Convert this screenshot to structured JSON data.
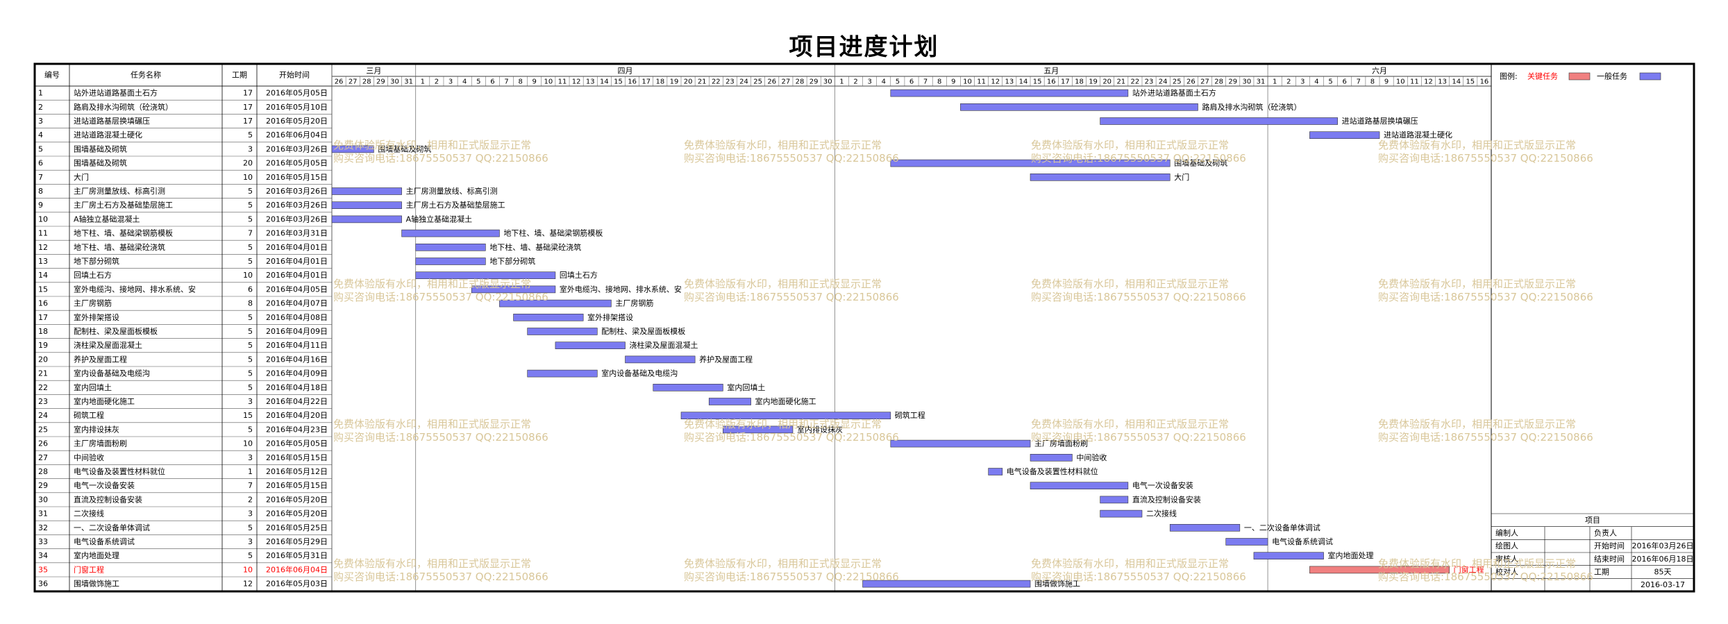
{
  "title": "项目进度计划",
  "colors": {
    "critical": "#f08080",
    "normal": "#7b7bf0",
    "critical_text": "#ff0000",
    "watermark": "#d9c79a"
  },
  "watermark": {
    "line1": "免费体验版有水印，相用和正式版显示正常",
    "line2": "购买咨询电话:18675550537 QQ:22150866"
  },
  "columns": {
    "no": "编号",
    "name": "任务名称",
    "duration": "工期",
    "start": "开始时间"
  },
  "legend": {
    "label": "图例:",
    "critical": "关键任务",
    "normal": "一般任务"
  },
  "months": [
    {
      "name": "三月",
      "first_day": 26,
      "days": 6
    },
    {
      "name": "四月",
      "first_day": 1,
      "days": 30
    },
    {
      "name": "五月",
      "first_day": 1,
      "days": 31
    },
    {
      "name": "六月",
      "first_day": 1,
      "days": 16
    }
  ],
  "info": {
    "header": "项目",
    "rows": [
      [
        "编制人",
        "",
        "负责人",
        ""
      ],
      [
        "绘图人",
        "",
        "开始时间",
        "2016年03月26日"
      ],
      [
        "审核人",
        "",
        "结束时间",
        "2016年06月18日"
      ],
      [
        "校对人",
        "",
        "工期",
        "85天"
      ],
      [
        "",
        "",
        "",
        "2016-03-17"
      ]
    ]
  },
  "chart_data": {
    "type": "gantt",
    "title": "项目进度计划",
    "x_range": [
      "2016-03-26",
      "2016-06-16"
    ],
    "tasks": [
      {
        "no": "1",
        "name": "站外进站道路基面土石方",
        "duration": 17,
        "start": "2016年05月05日",
        "critical": false
      },
      {
        "no": "2",
        "name": "路肩及排水沟砌筑（砼浇筑）",
        "duration": 17,
        "start": "2016年05月10日",
        "critical": false
      },
      {
        "no": "3",
        "name": "进站道路基层换填碾压",
        "duration": 17,
        "start": "2016年05月20日",
        "critical": false
      },
      {
        "no": "4",
        "name": "进站道路混凝土硬化",
        "duration": 5,
        "start": "2016年06月04日",
        "critical": false
      },
      {
        "no": "5",
        "name": "围墙基础及砌筑",
        "duration": 3,
        "start": "2016年03月26日",
        "critical": false
      },
      {
        "no": "6",
        "name": "围墙基础及砌筑",
        "duration": 20,
        "start": "2016年05月05日",
        "critical": false
      },
      {
        "no": "7",
        "name": "大门",
        "duration": 10,
        "start": "2016年05月15日",
        "critical": false
      },
      {
        "no": "8",
        "name": "主厂房测量放线、标高引测",
        "duration": 5,
        "start": "2016年03月26日",
        "critical": false
      },
      {
        "no": "9",
        "name": "主厂房土石方及基础垫层施工",
        "duration": 5,
        "start": "2016年03月26日",
        "critical": false
      },
      {
        "no": "10",
        "name": "A轴独立基础混凝土",
        "duration": 5,
        "start": "2016年03月26日",
        "critical": false
      },
      {
        "no": "11",
        "name": "地下柱、墙、基础梁钢筋模板",
        "duration": 7,
        "start": "2016年03月31日",
        "critical": false
      },
      {
        "no": "12",
        "name": "地下柱、墙、基础梁砼浇筑",
        "duration": 5,
        "start": "2016年04月01日",
        "critical": false
      },
      {
        "no": "13",
        "name": "地下部分砌筑",
        "duration": 5,
        "start": "2016年04月01日",
        "critical": false
      },
      {
        "no": "14",
        "name": "回填土石方",
        "duration": 10,
        "start": "2016年04月01日",
        "critical": false
      },
      {
        "no": "15",
        "name": "室外电缆沟、接地网、排水系统、安",
        "duration": 6,
        "start": "2016年04月05日",
        "critical": false
      },
      {
        "no": "16",
        "name": "主厂房钢筋",
        "duration": 8,
        "start": "2016年04月07日",
        "critical": false
      },
      {
        "no": "17",
        "name": "室外排架搭设",
        "duration": 5,
        "start": "2016年04月08日",
        "critical": false
      },
      {
        "no": "18",
        "name": "配制柱、梁及屋面板模板",
        "duration": 5,
        "start": "2016年04月09日",
        "critical": false
      },
      {
        "no": "19",
        "name": "浇柱梁及屋面混凝土",
        "duration": 5,
        "start": "2016年04月11日",
        "critical": false
      },
      {
        "no": "20",
        "name": "养护及屋面工程",
        "duration": 5,
        "start": "2016年04月16日",
        "critical": false
      },
      {
        "no": "21",
        "name": "室内设备基础及电缆沟",
        "duration": 5,
        "start": "2016年04月09日",
        "critical": false
      },
      {
        "no": "22",
        "name": "室内回填土",
        "duration": 5,
        "start": "2016年04月18日",
        "critical": false
      },
      {
        "no": "23",
        "name": "室内地面硬化施工",
        "duration": 3,
        "start": "2016年04月22日",
        "critical": false
      },
      {
        "no": "24",
        "name": "砌筑工程",
        "duration": 15,
        "start": "2016年04月20日",
        "critical": false
      },
      {
        "no": "25",
        "name": "室内排设抹灰",
        "duration": 5,
        "start": "2016年04月23日",
        "critical": false
      },
      {
        "no": "26",
        "name": "主厂房墙面粉刷",
        "duration": 10,
        "start": "2016年05月05日",
        "critical": false
      },
      {
        "no": "27",
        "name": "中间验收",
        "duration": 3,
        "start": "2016年05月15日",
        "critical": false
      },
      {
        "no": "28",
        "name": "电气设备及装置性材料就位",
        "duration": 1,
        "start": "2016年05月12日",
        "critical": false
      },
      {
        "no": "29",
        "name": "电气一次设备安装",
        "duration": 7,
        "start": "2016年05月15日",
        "critical": false
      },
      {
        "no": "30",
        "name": "直流及控制设备安装",
        "duration": 2,
        "start": "2016年05月20日",
        "critical": false
      },
      {
        "no": "31",
        "name": "二次接线",
        "duration": 3,
        "start": "2016年05月20日",
        "critical": false
      },
      {
        "no": "32",
        "name": "一、二次设备单体调试",
        "duration": 5,
        "start": "2016年05月25日",
        "critical": false
      },
      {
        "no": "33",
        "name": "电气设备系统调试",
        "duration": 3,
        "start": "2016年05月29日",
        "critical": false
      },
      {
        "no": "34",
        "name": "室内地面处理",
        "duration": 5,
        "start": "2016年05月31日",
        "critical": false
      },
      {
        "no": "35",
        "name": "门窗工程",
        "duration": 10,
        "start": "2016年06月04日",
        "critical": true
      },
      {
        "no": "36",
        "name": "围墙做饰施工",
        "duration": 12,
        "start": "2016年05月03日",
        "critical": false
      }
    ]
  }
}
